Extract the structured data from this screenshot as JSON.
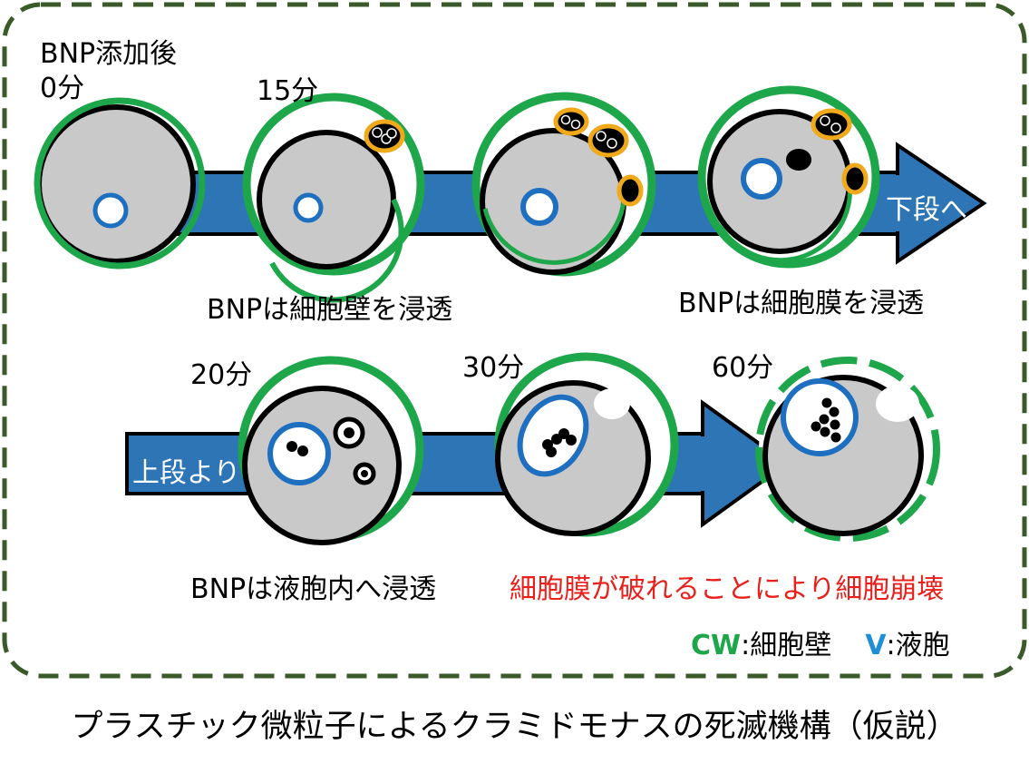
{
  "header": {
    "label_line1": "BNP添加後",
    "label_line2": "0分"
  },
  "stages": {
    "t15": "15分",
    "t20": "20分",
    "t30": "30分",
    "t60": "60分"
  },
  "captions": {
    "wall": "BNPは細胞壁を浸透",
    "membrane": "BNPは細胞膜を浸透",
    "vacuole": "BNPは液胞内へ浸透",
    "collapse": "細胞膜が破れることにより細胞崩壊"
  },
  "arrows": {
    "to_bottom": "下段へ",
    "from_top": "上段より"
  },
  "legend": {
    "cw_code": "CW",
    "cw_sep": ":",
    "cw_text": "細胞壁",
    "v_code": "V",
    "v_sep": ":",
    "v_text": "液胞"
  },
  "title": "プラスチック微粒子によるクラミドモナスの死滅機構（仮説）",
  "colors": {
    "cell_wall": "#1ea64a",
    "vacuole": "#1e6fbf",
    "arrow": "#2e75b6",
    "particle_ring": "#f0a91a",
    "cytoplasm": "#c9c9c9",
    "frame": "#3a5a2a",
    "caption_red": "#e8201c"
  }
}
